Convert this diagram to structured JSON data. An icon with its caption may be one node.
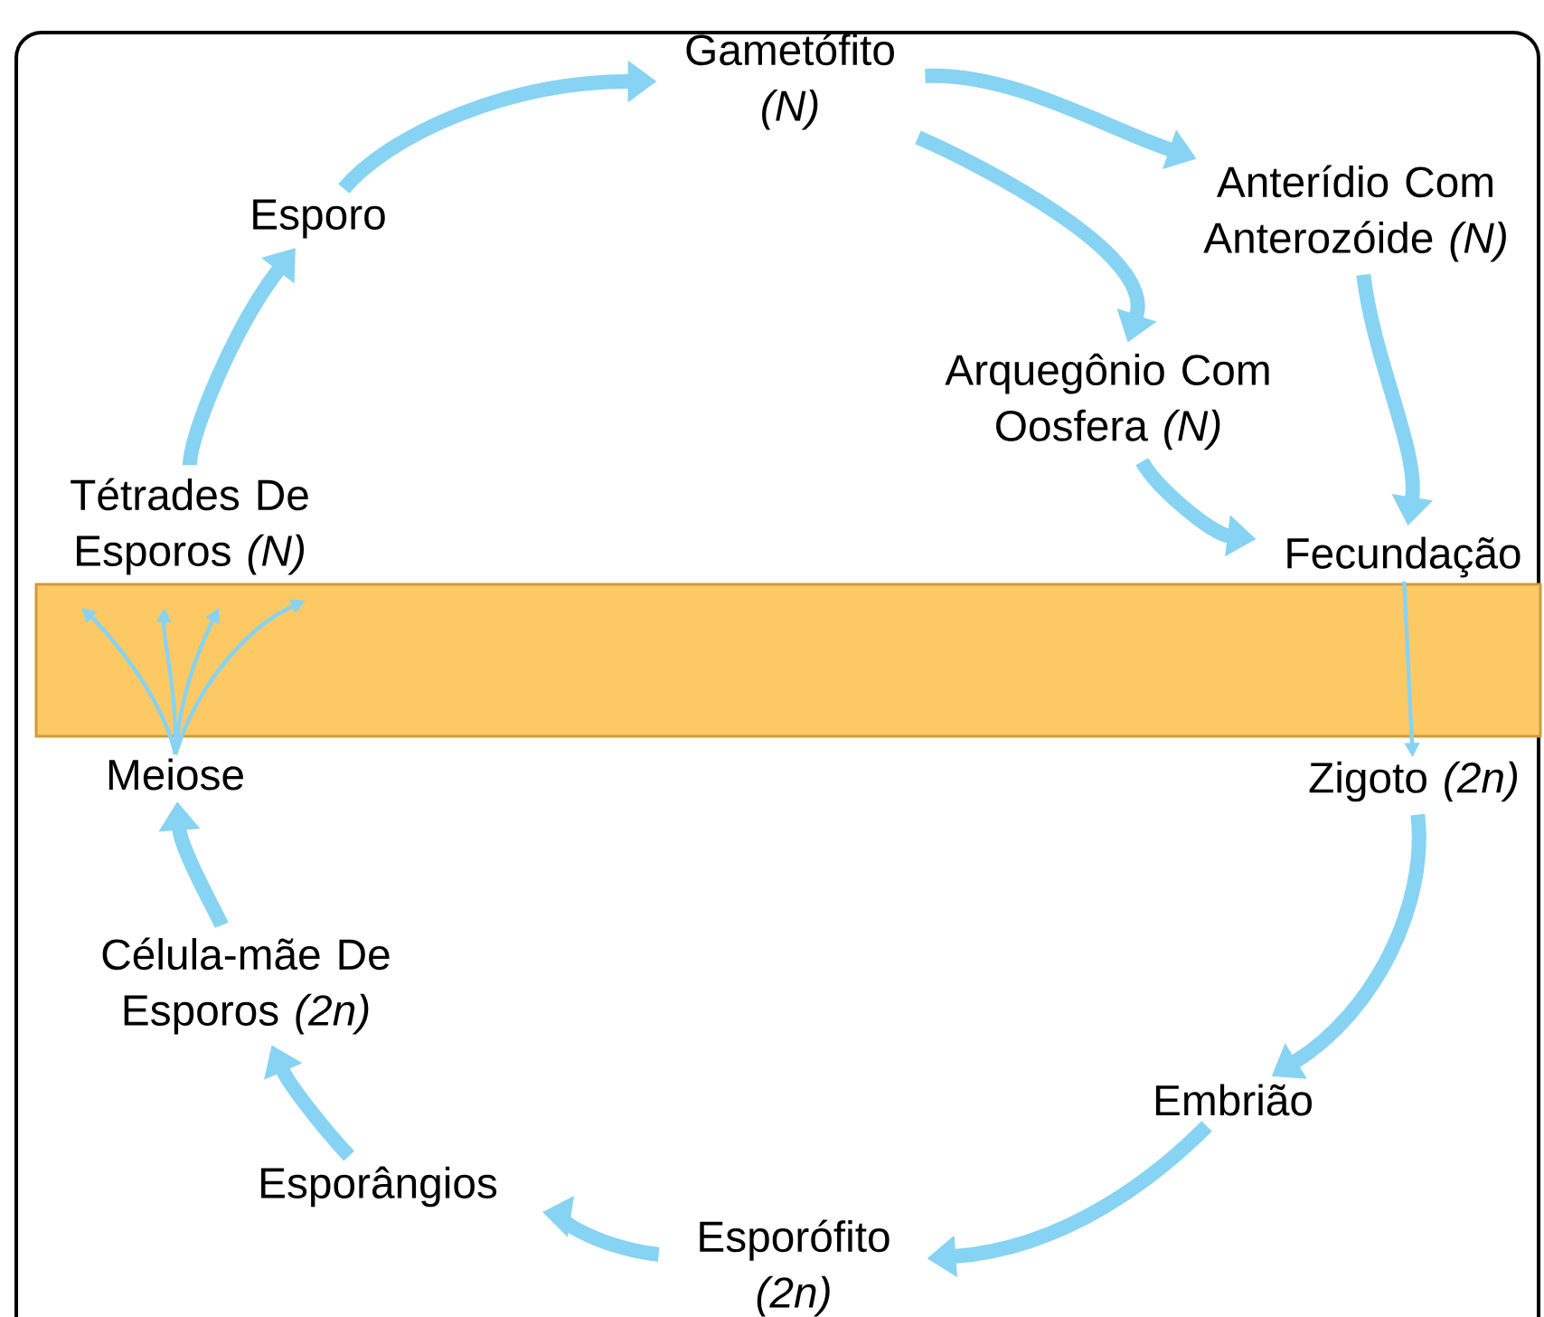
{
  "diagram": {
    "nodes": [
      {
        "text": [
          "Gametófito *(N)*"
        ]
      },
      {
        "text": [
          "Anterídio Com Anterozóide *(N)*"
        ]
      },
      {
        "text": [
          "Arquegônio Com Oosfera *(N)*"
        ]
      },
      {
        "text": [
          "Fecundação"
        ]
      },
      {
        "text": [
          "Zigoto *(2n)*"
        ]
      },
      {
        "text": [
          "Embrião"
        ]
      },
      {
        "text": [
          "Esporófito *(2n)*"
        ]
      },
      {
        "text": [
          "Esporângios"
        ]
      },
      {
        "text": [
          "Célula-mãe De Esporos *(2n)*"
        ]
      },
      {
        "text": [
          "Meiose"
        ]
      },
      {
        "text": [
          "Tétrades De Esporos *(N)*"
        ]
      },
      {
        "text": [
          "Esporo"
        ]
      }
    ],
    "edges": [
      {
        "from": 11,
        "to": 0,
        "arrow": "to"
      },
      {
        "from": 0,
        "to": 1,
        "arrow": "to"
      },
      {
        "from": 0,
        "to": 2,
        "arrow": "to"
      },
      {
        "from": 1,
        "to": 3,
        "arrow": "to"
      },
      {
        "from": 2,
        "to": 3,
        "arrow": "to"
      },
      {
        "from": 3,
        "to": 4,
        "arrow": "to"
      },
      {
        "from": 4,
        "to": 5,
        "arrow": "to"
      },
      {
        "from": 5,
        "to": 6,
        "arrow": "to"
      },
      {
        "from": 6,
        "to": 7,
        "arrow": "to"
      },
      {
        "from": 7,
        "to": 8,
        "arrow": "to"
      },
      {
        "from": 8,
        "to": 9,
        "arrow": "to"
      },
      {
        "from": 9,
        "to": 10,
        "arrow": "to"
      },
      {
        "from": 9,
        "to": 10,
        "arrow": "to"
      },
      {
        "from": 9,
        "to": 10,
        "arrow": "to"
      },
      {
        "from": 9,
        "to": 10,
        "arrow": "to"
      },
      {
        "from": 10,
        "to": 11,
        "arrow": "to"
      }
    ]
  }
}
